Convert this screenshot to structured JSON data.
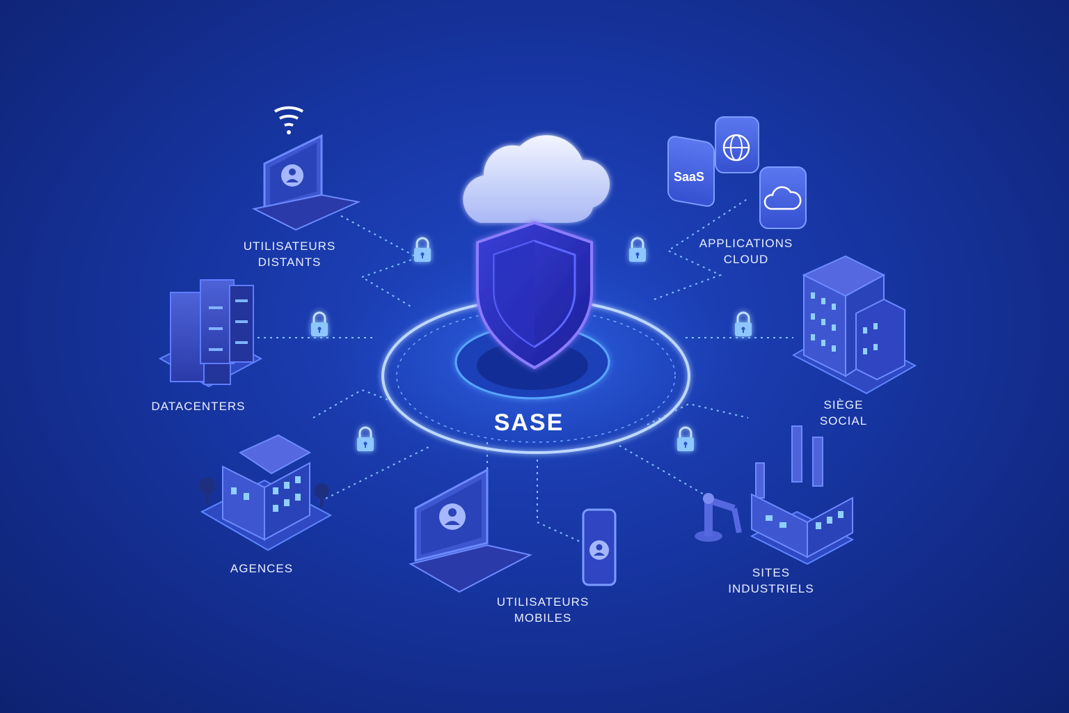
{
  "center": {
    "label": "SASE"
  },
  "nodes": {
    "remote_users": {
      "line1": "UTILISATEURS",
      "line2": "DISTANTS"
    },
    "datacenters": {
      "line1": "DATACENTERS"
    },
    "branches": {
      "line1": "AGENCES"
    },
    "mobile_users": {
      "line1": "UTILISATEURS",
      "line2": "MOBILES"
    },
    "industrial_sites": {
      "line1": "SITES",
      "line2": "INDUSTRIELS"
    },
    "headquarters": {
      "line1": "SIÈGE",
      "line2": "SOCIAL"
    },
    "cloud_apps": {
      "line1": "APPLICATIONS",
      "line2": "CLOUD"
    }
  },
  "app_tiles": {
    "saas": "SaaS"
  },
  "icons": [
    "cloud-icon",
    "shield-icon",
    "lock-icon",
    "wifi-icon",
    "laptop-icon",
    "server-rack-icon",
    "office-building-icon",
    "smartphone-icon",
    "factory-icon",
    "robot-arm-icon",
    "globe-icon"
  ],
  "colors": {
    "background": "#1837a6",
    "glow": "#5aa0ff",
    "accent": "#7b6cff"
  }
}
